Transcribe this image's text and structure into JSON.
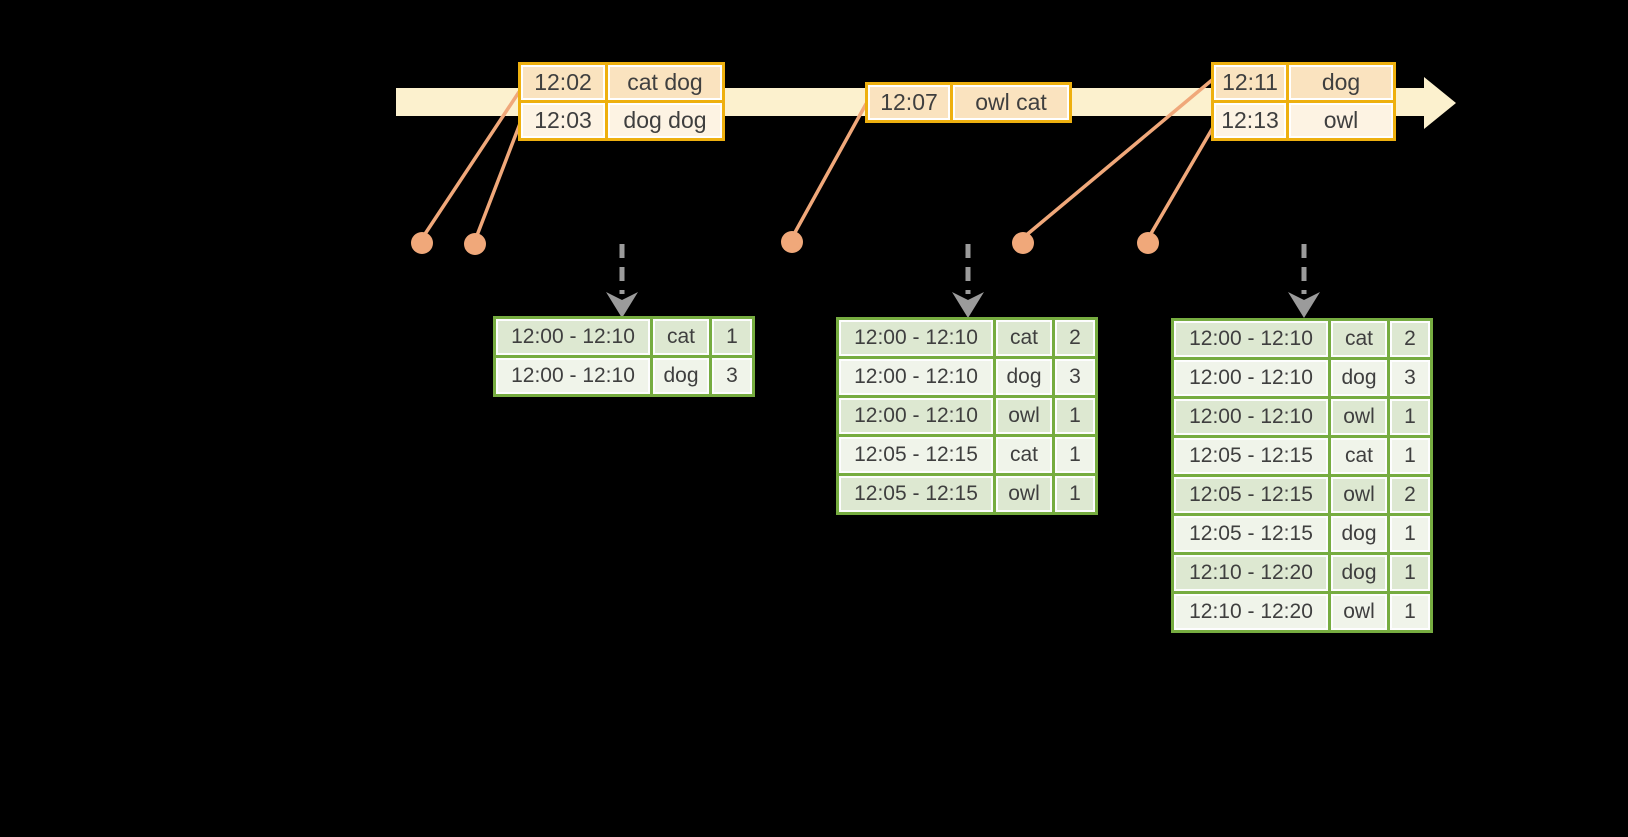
{
  "colors": {
    "background": "#000000",
    "timeline_band": "#fcf1ce",
    "event_table_border": "#eeb00f",
    "event_row_dark": "#fae3bf",
    "event_row_light": "#fdf3e3",
    "connector_dot": "#f0a87a",
    "trigger_arrow": "#9b9b9b",
    "result_table_border": "#76ac40",
    "result_row_dark": "#dde8d1",
    "result_row_light": "#f0f4ea",
    "text": "#3f3f3f"
  },
  "event_tables": [
    {
      "rows": [
        {
          "time": "12:02",
          "words": "cat dog"
        },
        {
          "time": "12:03",
          "words": "dog dog"
        }
      ]
    },
    {
      "rows": [
        {
          "time": "12:07",
          "words": "owl cat"
        }
      ]
    },
    {
      "rows": [
        {
          "time": "12:11",
          "words": "dog"
        },
        {
          "time": "12:13",
          "words": "owl"
        }
      ]
    }
  ],
  "result_tables": [
    {
      "rows": [
        {
          "window": "12:00 - 12:10",
          "word": "cat",
          "count": "1"
        },
        {
          "window": "12:00 - 12:10",
          "word": "dog",
          "count": "3"
        }
      ]
    },
    {
      "rows": [
        {
          "window": "12:00 - 12:10",
          "word": "cat",
          "count": "2"
        },
        {
          "window": "12:00 - 12:10",
          "word": "dog",
          "count": "3"
        },
        {
          "window": "12:00 - 12:10",
          "word": "owl",
          "count": "1"
        },
        {
          "window": "12:05 - 12:15",
          "word": "cat",
          "count": "1"
        },
        {
          "window": "12:05 - 12:15",
          "word": "owl",
          "count": "1"
        }
      ]
    },
    {
      "rows": [
        {
          "window": "12:00 - 12:10",
          "word": "cat",
          "count": "2"
        },
        {
          "window": "12:00 - 12:10",
          "word": "dog",
          "count": "3"
        },
        {
          "window": "12:00 - 12:10",
          "word": "owl",
          "count": "1"
        },
        {
          "window": "12:05 - 12:15",
          "word": "cat",
          "count": "1"
        },
        {
          "window": "12:05 - 12:15",
          "word": "owl",
          "count": "2"
        },
        {
          "window": "12:05 - 12:15",
          "word": "dog",
          "count": "1"
        },
        {
          "window": "12:10 - 12:20",
          "word": "dog",
          "count": "1"
        },
        {
          "window": "12:10 - 12:20",
          "word": "owl",
          "count": "1"
        }
      ]
    }
  ]
}
